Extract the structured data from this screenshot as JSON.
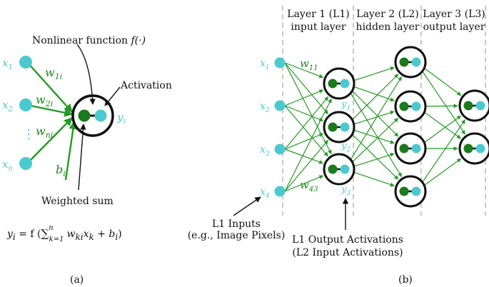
{
  "colors": {
    "input_node": "#4cc9cf",
    "neuron_inner": "#1b7a1b",
    "edge": "#229a22",
    "weight_text": "#1c8a1c",
    "input_text": "#4cc9cf",
    "ring": "#111111",
    "divider": "#bbbbbb"
  },
  "panel_a": {
    "inputs": [
      {
        "base": "x",
        "sub": "1"
      },
      {
        "base": "x",
        "sub": "2"
      },
      {
        "base": "x",
        "sub": "n"
      }
    ],
    "ellipsis": "⋮",
    "weights": [
      {
        "base": "w",
        "sub": "1i"
      },
      {
        "base": "w",
        "sub": "2i"
      },
      {
        "base": "w",
        "sub": "ni"
      }
    ],
    "bias": {
      "base": "b",
      "sub": "i"
    },
    "output": {
      "base": "y",
      "sub": "i"
    },
    "annotations": {
      "nonlinear": "Nonlinear function",
      "nonlinear_symbol": "f(·)",
      "activation": "Activation",
      "weighted_sum": "Weighted sum"
    },
    "formula": {
      "lhs": "y",
      "lhs_sub": "i",
      "eq": " = f (",
      "sum": "∑",
      "sum_sub": "k=1",
      "sum_sup": "n",
      "body1": "w",
      "body1_sub": "ki",
      "body2": "x",
      "body2_sub": "k",
      "body3": " + b",
      "body3_sub": "i",
      "close": ")"
    },
    "caption": "(a)"
  },
  "panel_b": {
    "layers": [
      {
        "title": "Layer 1 (L1)",
        "subtitle": "input layer"
      },
      {
        "title": "Layer 2 (L2)",
        "subtitle": "hidden layer"
      },
      {
        "title": "Layer 3 (L3)",
        "subtitle": "output layer"
      }
    ],
    "inputs": [
      {
        "base": "x",
        "sub": "1"
      },
      {
        "base": "x",
        "sub": "2"
      },
      {
        "base": "x",
        "sub": "3"
      },
      {
        "base": "x",
        "sub": "4"
      }
    ],
    "weight_labels": [
      {
        "base": "w",
        "sub": "11"
      },
      {
        "base": "w",
        "sub": "43"
      }
    ],
    "outputs": [
      {
        "base": "y",
        "sub": "1"
      },
      {
        "base": "y",
        "sub": "2"
      },
      {
        "base": "y",
        "sub": "3"
      }
    ],
    "annotations": {
      "l1_inputs_line1": "L1 Inputs",
      "l1_inputs_line2": "(e.g., Image Pixels)",
      "l1_outputs_line1": "L1 Output Activations",
      "l1_outputs_line2": "(L2 Input Activations)"
    },
    "caption": "(b)"
  }
}
